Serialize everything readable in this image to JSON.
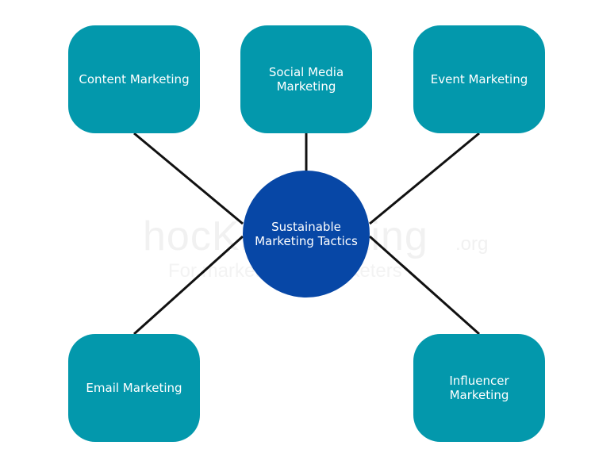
{
  "diagram": {
    "center": {
      "line1": "Sustainable",
      "line2": "Marketing Tactics"
    },
    "nodes": {
      "content": {
        "label": "Content Marketing"
      },
      "social": {
        "line1": "Social Media",
        "line2": "Marketing"
      },
      "event": {
        "label": "Event Marketing"
      },
      "email": {
        "label": "Email Marketing"
      },
      "influencer": {
        "line1": "Influencer",
        "line2": "Marketing"
      }
    }
  },
  "watermark": {
    "brand": "hocKmarketing",
    "suffix": ".org",
    "tagline": "For marketers by marketers"
  },
  "colors": {
    "node_fill": "#0398ac",
    "hub_fill": "#0747a6",
    "connector": "#111111",
    "text": "#ffffff"
  }
}
